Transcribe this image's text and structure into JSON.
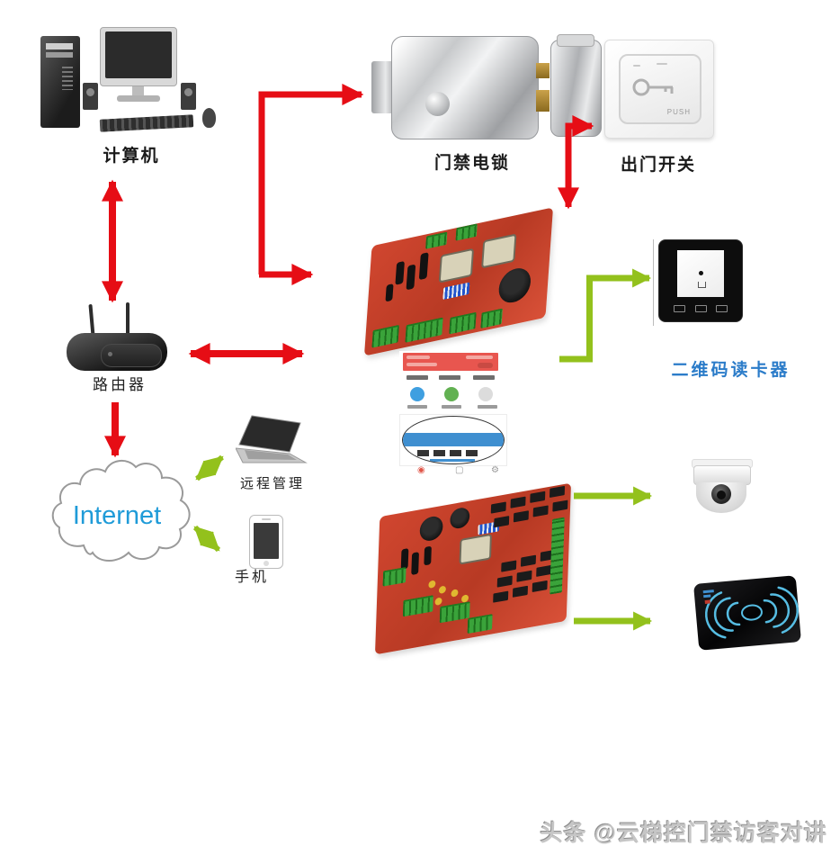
{
  "page": {
    "background": "#ffffff",
    "watermark": "头条 @云梯控门禁访客对讲"
  },
  "colors": {
    "arrow_red": "#e60d15",
    "arrow_green": "#93c11c",
    "qr_label_blue": "#2b7cc9",
    "internet_blue": "#1f9bd8",
    "pcb_red": "#c8412b",
    "app_header_red": "#e8564f"
  },
  "nodes": {
    "computer": {
      "label": "计算机"
    },
    "router": {
      "label": "路由器"
    },
    "internet": {
      "label": "Internet"
    },
    "remote_management": {
      "label": "远程管理"
    },
    "mobile_phone": {
      "label": "手机"
    },
    "electric_lock": {
      "label": "门禁电锁"
    },
    "exit_button": {
      "label": "出门开关",
      "button_text": "PUSH"
    },
    "qr_reader": {
      "label": "二维码读卡器"
    },
    "access_board": {
      "label": ""
    },
    "multi_door_board": {
      "label": ""
    },
    "app_screenshot": {
      "bottom_nav_icons": [
        "home-icon",
        "frame-icon",
        "gear-icon"
      ]
    },
    "dome_camera": {
      "label": ""
    },
    "rfid_reader": {
      "label": ""
    }
  },
  "connections": [
    {
      "from": "computer",
      "to": "router",
      "color": "red",
      "bidirectional": true
    },
    {
      "from": "access_board",
      "to": "electric_lock",
      "color": "red",
      "bidirectional": false
    },
    {
      "from": "exit_button",
      "to": "access_board",
      "color": "red",
      "bidirectional": false
    },
    {
      "from": "router",
      "to": "access_board",
      "color": "red",
      "bidirectional": true
    },
    {
      "from": "router",
      "to": "internet",
      "color": "red",
      "bidirectional": false
    },
    {
      "from": "internet",
      "to": "remote_management",
      "color": "green",
      "bidirectional": true
    },
    {
      "from": "internet",
      "to": "mobile_phone",
      "color": "green",
      "bidirectional": true
    },
    {
      "from": "access_board",
      "to": "qr_reader",
      "color": "green",
      "bidirectional": false
    },
    {
      "from": "multi_door_board",
      "to": "dome_camera",
      "color": "green",
      "bidirectional": false
    },
    {
      "from": "multi_door_board",
      "to": "rfid_reader",
      "color": "green",
      "bidirectional": false
    }
  ]
}
